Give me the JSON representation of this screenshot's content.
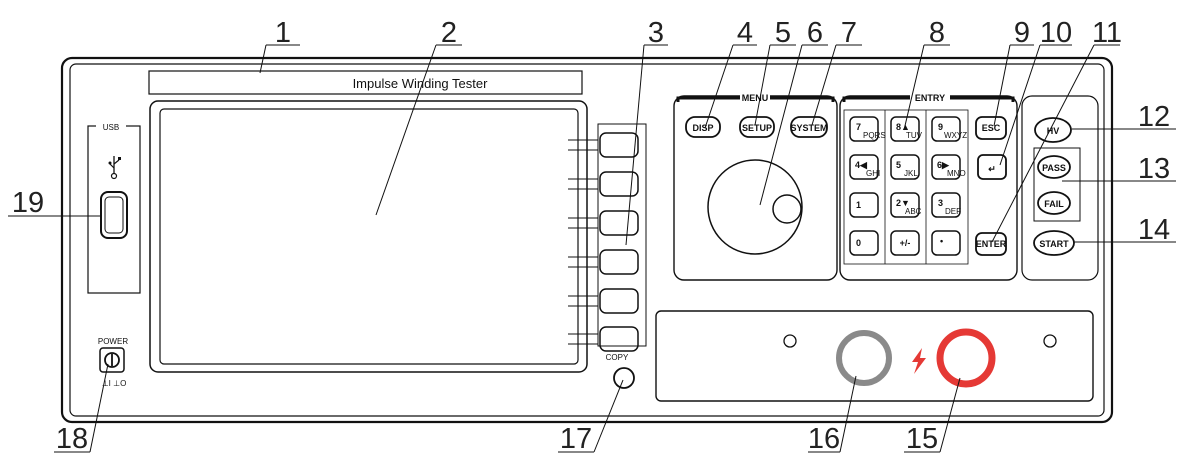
{
  "panel": {
    "title": "Impulse Winding Tester",
    "usb_label": "USB",
    "power_label": "POWER",
    "power_states": "⊥I ⊥O",
    "copy_label": "COPY"
  },
  "menu": {
    "label": "MENU",
    "keys": [
      "DISP",
      "SETUP",
      "SYSTEM"
    ]
  },
  "entry": {
    "label": "ENTRY",
    "keys": [
      {
        "main": "7",
        "sub": "PQRS"
      },
      {
        "main": "8▲",
        "sub": "TUV"
      },
      {
        "main": "9",
        "sub": "WXYZ"
      },
      {
        "main": "4◀",
        "sub": "GHI"
      },
      {
        "main": "5",
        "sub": "JKL"
      },
      {
        "main": "6▶",
        "sub": "MNO"
      },
      {
        "main": "1",
        "sub": ""
      },
      {
        "main": "2▼",
        "sub": "ABC"
      },
      {
        "main": "3",
        "sub": "DEF"
      },
      {
        "main": "0",
        "sub": ""
      },
      {
        "main": "+/-",
        "sub": ""
      },
      {
        "main": "•",
        "sub": ""
      }
    ],
    "esc": "ESC",
    "back": "↵",
    "enter": "ENTER"
  },
  "status_keys": [
    "HV",
    "PASS",
    "FAIL",
    "START"
  ],
  "callouts": [
    "1",
    "2",
    "3",
    "4",
    "5",
    "6",
    "7",
    "8",
    "9",
    "10",
    "11",
    "12",
    "13",
    "14",
    "15",
    "16",
    "17",
    "18",
    "19"
  ],
  "colors": {
    "line": "#111111",
    "terminal_hv": "#e53935",
    "terminal_gnd": "#8a8a8a",
    "bolt": "#e53935"
  }
}
